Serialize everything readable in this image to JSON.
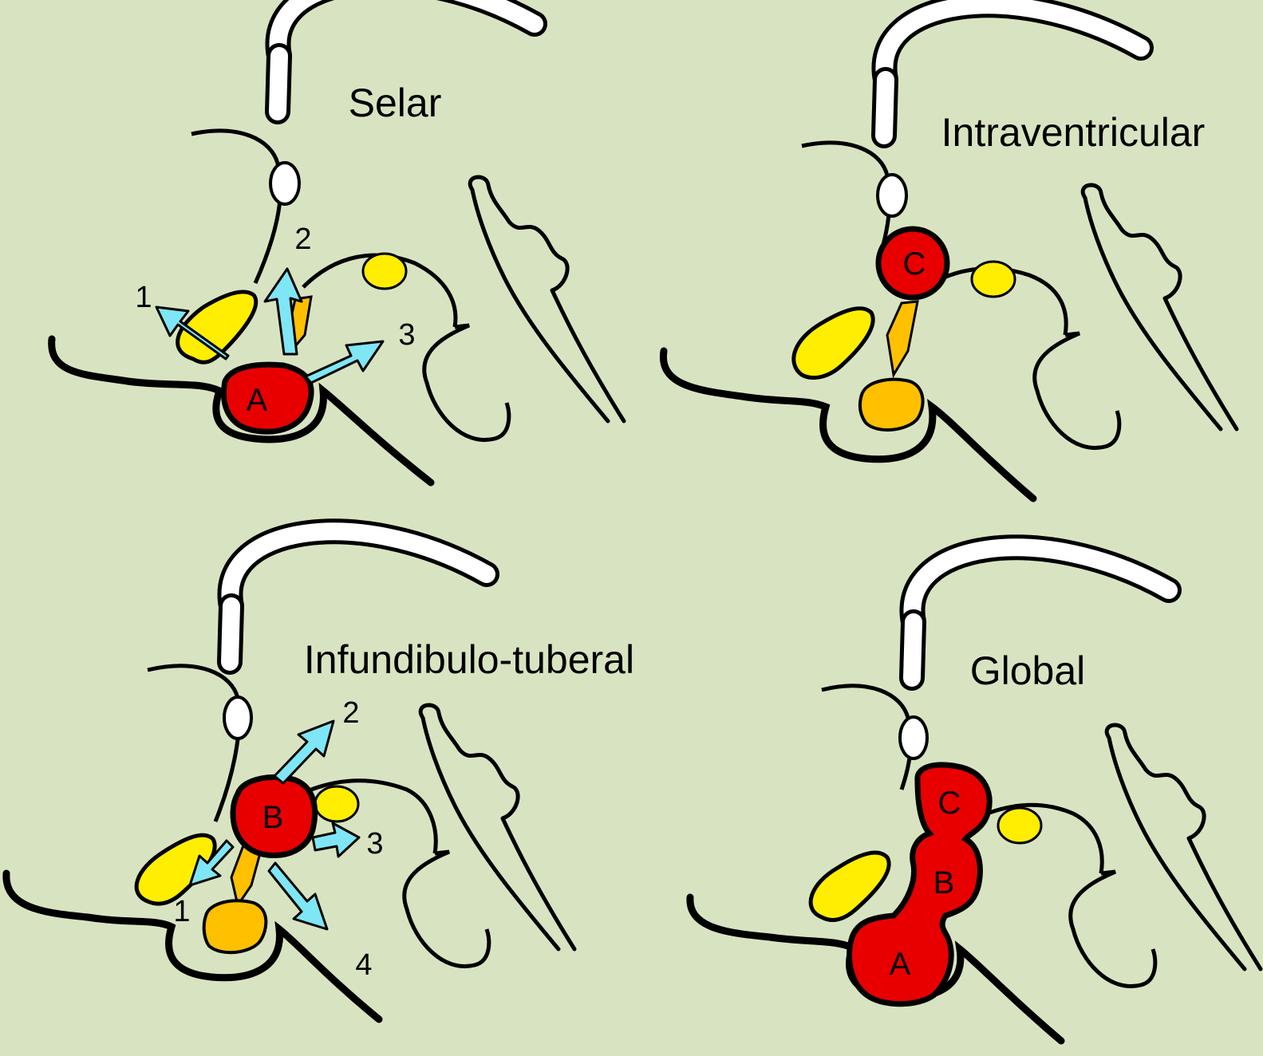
{
  "background_color": "#d8e4c1",
  "colors": {
    "tumor": "#e80000",
    "optic": "#ffee00",
    "pituitary": "#ffc000",
    "arrow": "#7fe6f6",
    "outline": "#000000"
  },
  "panels": [
    {
      "title": "Selar",
      "tumors": [
        "A"
      ],
      "arrow_labels": [
        "1",
        "2",
        "3"
      ]
    },
    {
      "title": "Intraventricular",
      "tumors": [
        "C"
      ],
      "arrow_labels": []
    },
    {
      "title": "Infundibulo-tuberal",
      "tumors": [
        "B"
      ],
      "arrow_labels": [
        "1",
        "2",
        "3",
        "4"
      ]
    },
    {
      "title": "Global",
      "tumors": [
        "A",
        "B",
        "C"
      ],
      "arrow_labels": []
    }
  ]
}
